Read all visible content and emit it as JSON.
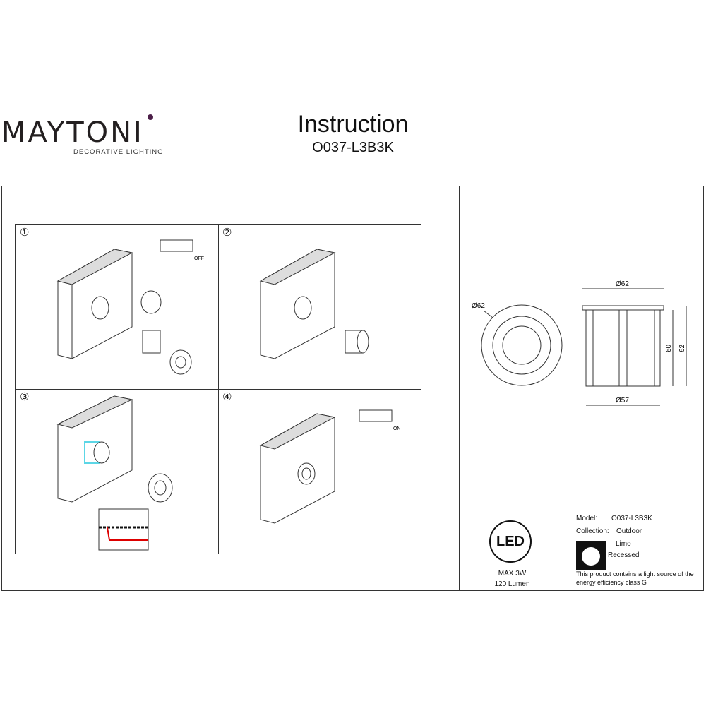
{
  "header": {
    "brand": "MAYTONI",
    "brand_tagline": "DECORATIVE LIGHTING",
    "title": "Instruction",
    "model_code": "O037-L3B3K"
  },
  "steps": [
    {
      "number": "①",
      "switch_label": "OFF"
    },
    {
      "number": "②"
    },
    {
      "number": "③"
    },
    {
      "number": "④",
      "switch_label": "ON"
    }
  ],
  "drawing": {
    "top_view_diameter": "Ø62",
    "flange_diameter": "Ø62",
    "body_diameter": "Ø57",
    "body_height": "60",
    "total_height": "62"
  },
  "specs": {
    "led_badge": "LED",
    "max_power": "MAX 3W",
    "lumen": "120 Lumen",
    "model_label": "Model:",
    "model_value": "O037-L3B3K",
    "collection_label": "Collection:",
    "collection_value": "Outdoor",
    "series": "Limo",
    "type": "Recessed",
    "energy_note_1": "This product contains a light source of the",
    "energy_note_2": "energy efficiency class G"
  }
}
